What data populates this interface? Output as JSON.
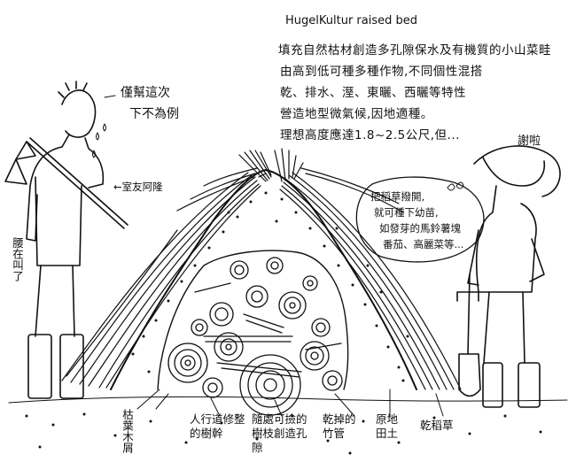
{
  "title": "HugelKultur raised bed",
  "description_lines": [
    "填充自然枯材創造多孔隙保水及有機質的小山菜畦",
    "由高到低可種多種作物,不同個性混搭",
    "乾、排水、溼、東曬、西曬等特性",
    "營造地型微氣候,因地適種。",
    "理想高度應達1.8~2.5公尺,但..."
  ],
  "left_speech": [
    "僅幫這次",
    "下不為例"
  ],
  "left_arrow_label": "←室友阿隆",
  "left_side_note": "腰在叫了",
  "right_speech": "謝啦",
  "right_bubble_lines": [
    "把稻草撥開,",
    "就可種下幼苗,",
    "如發芽的馬鈴薯塊",
    "番茄、高麗菜等..."
  ],
  "bottom_labels": {
    "leaves": "枯葉木屑",
    "trunks": "人行道修整的樹幹",
    "branches": "隨處可撿的樹枝創造孔隙",
    "bamboo": "乾掉的竹管",
    "soil": "原地田土",
    "straw": "乾稻草"
  }
}
